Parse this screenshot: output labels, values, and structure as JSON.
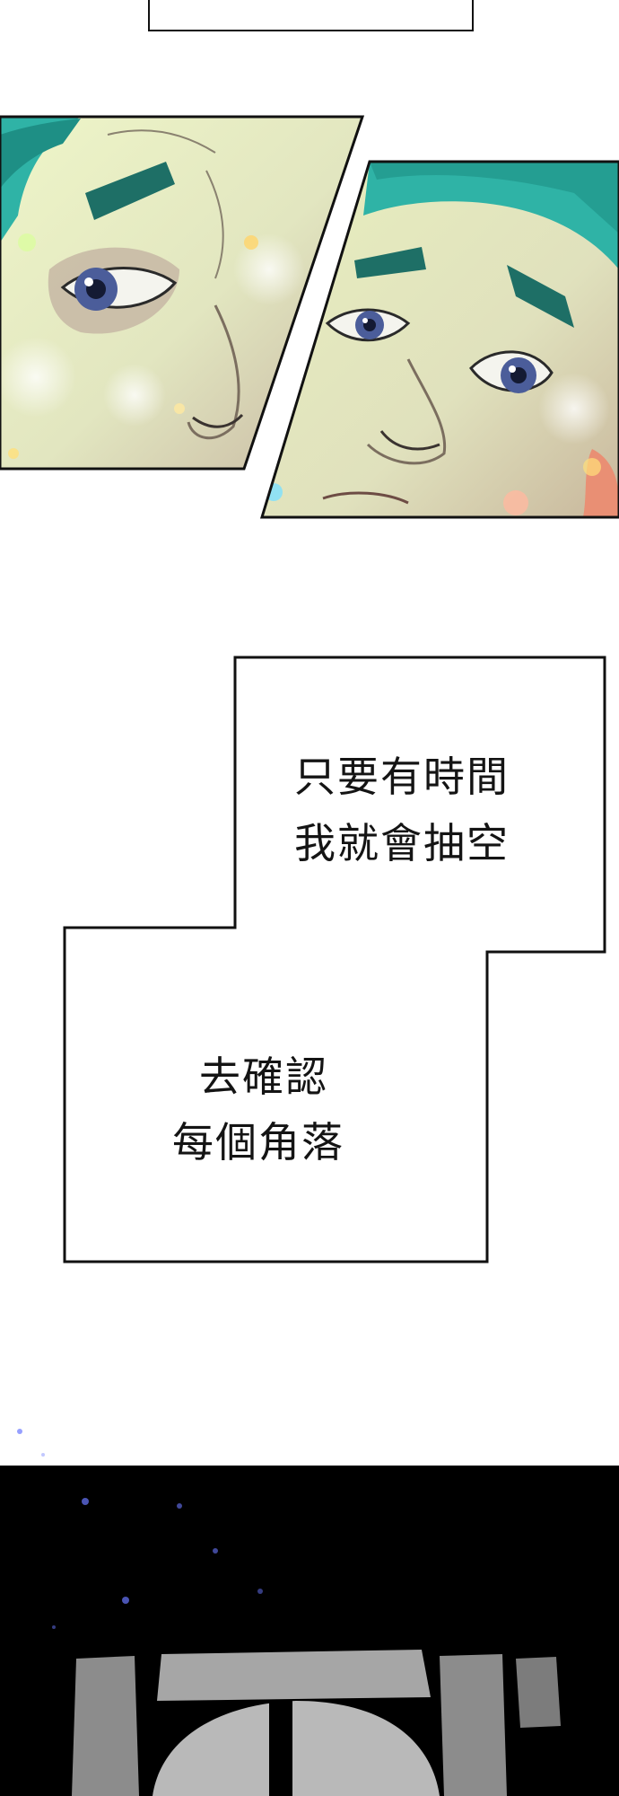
{
  "captions": {
    "box_one": {
      "line1": "只要有時間",
      "line2": "我就會抽空"
    },
    "box_two": {
      "line1": "去確認",
      "line2": "每個角落"
    }
  },
  "colors": {
    "hair": "#2fb3a6",
    "skin_light": "#e9f0c4",
    "skin_shade": "#c9b89e",
    "eye_iris": "#4b5d9a",
    "panel_bg": "#000000",
    "frame_gray": "#8c8c8c",
    "sparkle": "#6a78ff"
  },
  "icons": {
    "left_face_panel": "face-closeup-left-icon",
    "right_face_panel": "face-closeup-right-icon",
    "dark_frame": "dark-frame-icon"
  }
}
